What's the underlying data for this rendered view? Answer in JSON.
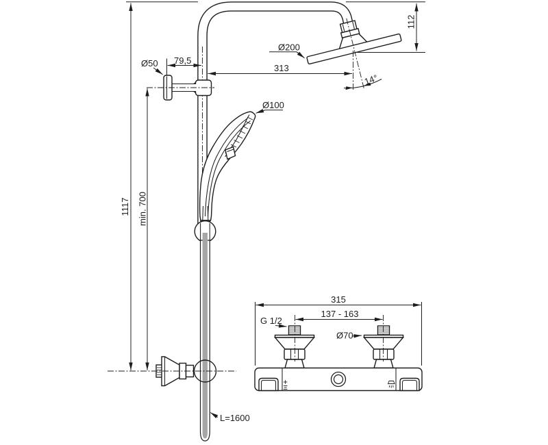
{
  "drawing": {
    "title": "Shower system technical dimension drawing",
    "background_color": "#ffffff",
    "line_color": "#1d1d1d",
    "hose_fill_color": "#a6a6a6",
    "labels": {
      "total_height": "1117",
      "min_height": "min. 700",
      "bracket_offset": "79,5",
      "bracket_diameter": "Ø50",
      "overhead_reach": "313",
      "overhead_drop": "112",
      "overhead_diameter": "Ø200",
      "overhead_angle": "14°",
      "handspray_diameter": "Ø100",
      "hose_length": "L=1600",
      "mixer_width": "315",
      "inlet_spacing": "137 - 163",
      "inlet_thread": "G 1/2",
      "escutcheon_diameter": "Ø70"
    }
  }
}
